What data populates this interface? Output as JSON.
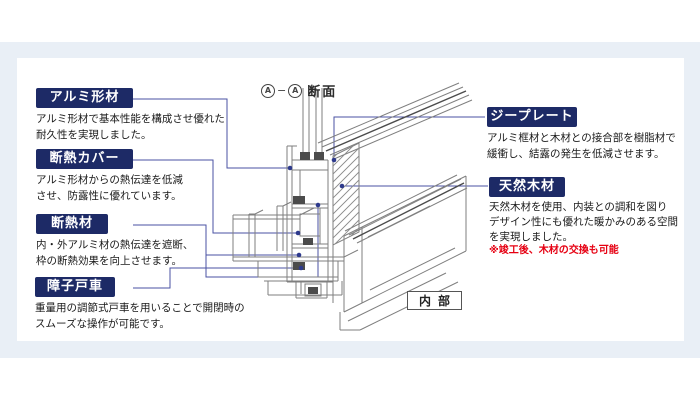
{
  "colors": {
    "frame_band": "#e9eff6",
    "callout_box": "#1d2a66",
    "leader_line": "#4a52a3",
    "drawing_line": "#7f7f7f",
    "note_red": "#e60012"
  },
  "section_label": {
    "marker_left": "A",
    "dash": "−",
    "marker_right": "A",
    "text": "断面"
  },
  "interior_box": {
    "label": "内部"
  },
  "callouts": {
    "left": [
      {
        "title": "アルミ形材",
        "desc_lines": [
          "アルミ形材で基本性能を構成させ優れた",
          "耐久性を実現しました。"
        ]
      },
      {
        "title": "断熱カバー",
        "desc_lines": [
          "アルミ形材からの熱伝達を低減",
          "させ、防露性に優れています。"
        ]
      },
      {
        "title": "断熱材",
        "desc_lines": [
          "内・外アルミ材の熱伝達を遮断、",
          "枠の断熱効果を向上させます。"
        ]
      },
      {
        "title": "障子戸車",
        "desc_lines": [
          "重量用の調節式戸車を用いることで開閉時の",
          "スムーズな操作が可能です。"
        ]
      }
    ],
    "right": [
      {
        "title": "ジープレート",
        "desc_lines": [
          "アルミ框材と木材との接合部を樹脂材で",
          "緩衝し、結露の発生を低減させます。"
        ]
      },
      {
        "title": "天然木材",
        "desc_lines": [
          "天然木材を使用、内装との調和を図り",
          "デザイン性にも優れた暖かみのある空間",
          "を実現しました。"
        ],
        "note": "※竣工後、木材の交換も可能"
      }
    ]
  }
}
